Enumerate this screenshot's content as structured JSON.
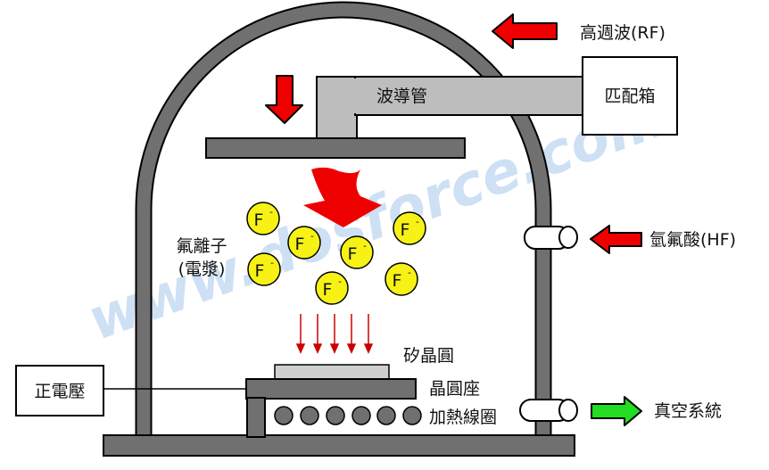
{
  "labels": {
    "rf": "高週波(RF)",
    "waveguide": "波導管",
    "matchbox": "匹配箱",
    "ions_line1": "氟離子",
    "ions_line2": "(電漿)",
    "hf": "氫氟酸(HF)",
    "wafer": "矽晶圓",
    "holder": "晶圓座",
    "heater": "加熱線圈",
    "vacuum": "真空系統",
    "positive_voltage": "正電壓"
  },
  "ion_label": "F",
  "ion_charge": "-",
  "watermark": "www.dosforce.com",
  "colors": {
    "chamber": "#707070",
    "waveguide": "#bdbdbd",
    "wafer": "#cfcfcf",
    "ion_fill": "#f6f215",
    "red_arrow": "#ee0000",
    "green_arrow": "#22dd22",
    "watermark": "#4a8fd8"
  }
}
